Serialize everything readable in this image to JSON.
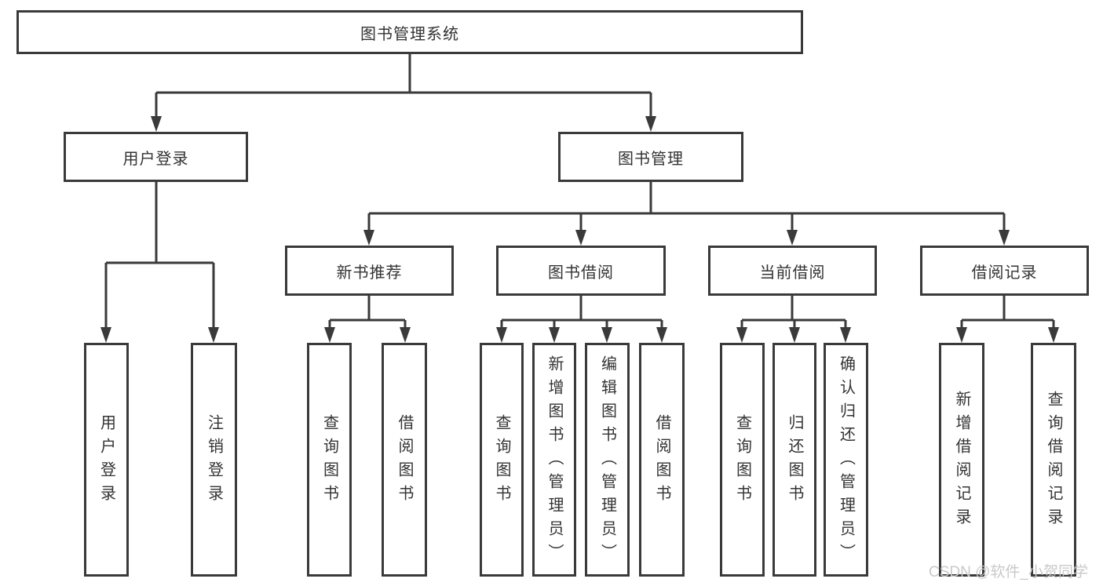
{
  "nodes": {
    "root": "图书管理系统",
    "level2": [
      "用户登录",
      "图书管理"
    ],
    "level3": [
      "新书推荐",
      "图书借阅",
      "当前借阅",
      "借阅记录"
    ],
    "leaves": [
      "用户登录",
      "注销登录",
      "查询图书",
      "借阅图书",
      "查询图书",
      "新增图书（管理员）",
      "编辑图书（管理员）",
      "借阅图书",
      "查询图书",
      "归还图书",
      "确认归还（管理员）",
      "新增借阅记录",
      "查询借阅记录"
    ]
  },
  "hierarchy": {
    "图书管理系统": [
      "用户登录",
      "图书管理"
    ],
    "用户登录": [
      "用户登录",
      "注销登录"
    ],
    "图书管理": [
      "新书推荐",
      "图书借阅",
      "当前借阅",
      "借阅记录"
    ],
    "新书推荐": [
      "查询图书",
      "借阅图书"
    ],
    "图书借阅": [
      "查询图书",
      "新增图书（管理员）",
      "编辑图书（管理员）",
      "借阅图书"
    ],
    "当前借阅": [
      "查询图书",
      "归还图书",
      "确认归还（管理员）"
    ],
    "借阅记录": [
      "新增借阅记录",
      "查询借阅记录"
    ]
  },
  "watermark": "CSDN @软件_小贺同学",
  "colors": {
    "line": "#3a3a3a",
    "text": "#333333",
    "background": "#ffffff",
    "watermark": "#c9c9c9"
  }
}
